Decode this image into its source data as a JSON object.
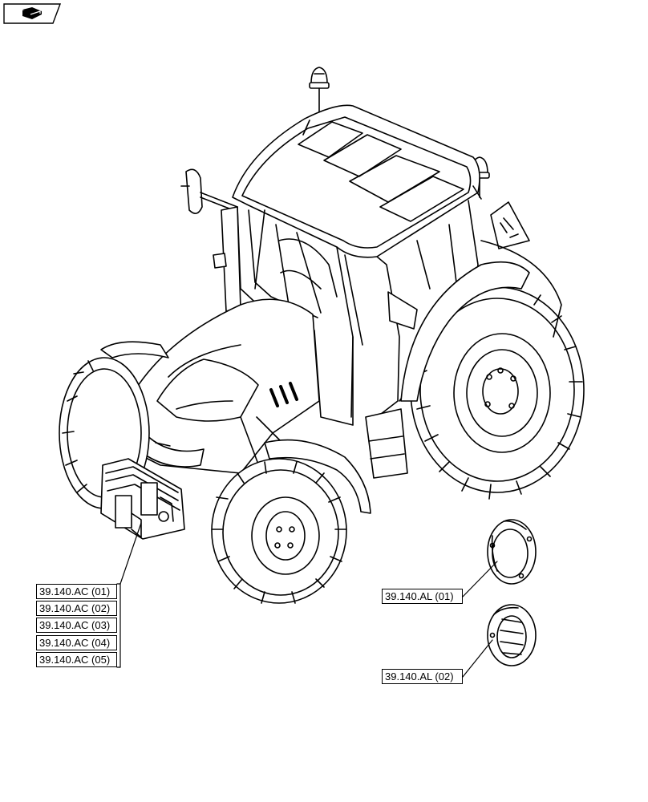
{
  "header": {
    "nav_icon": "book-arrow-icon"
  },
  "callouts_front_weights": [
    {
      "label": "39.140.AC (01)"
    },
    {
      "label": "39.140.AC (02)"
    },
    {
      "label": "39.140.AC (03)"
    },
    {
      "label": "39.140.AC (04)"
    },
    {
      "label": "39.140.AC (05)"
    }
  ],
  "callouts_wheel_weights": [
    {
      "label": "39.140.AL (01)"
    },
    {
      "label": "39.140.AL (02)"
    }
  ],
  "colors": {
    "line": "#000000",
    "background": "#ffffff"
  }
}
